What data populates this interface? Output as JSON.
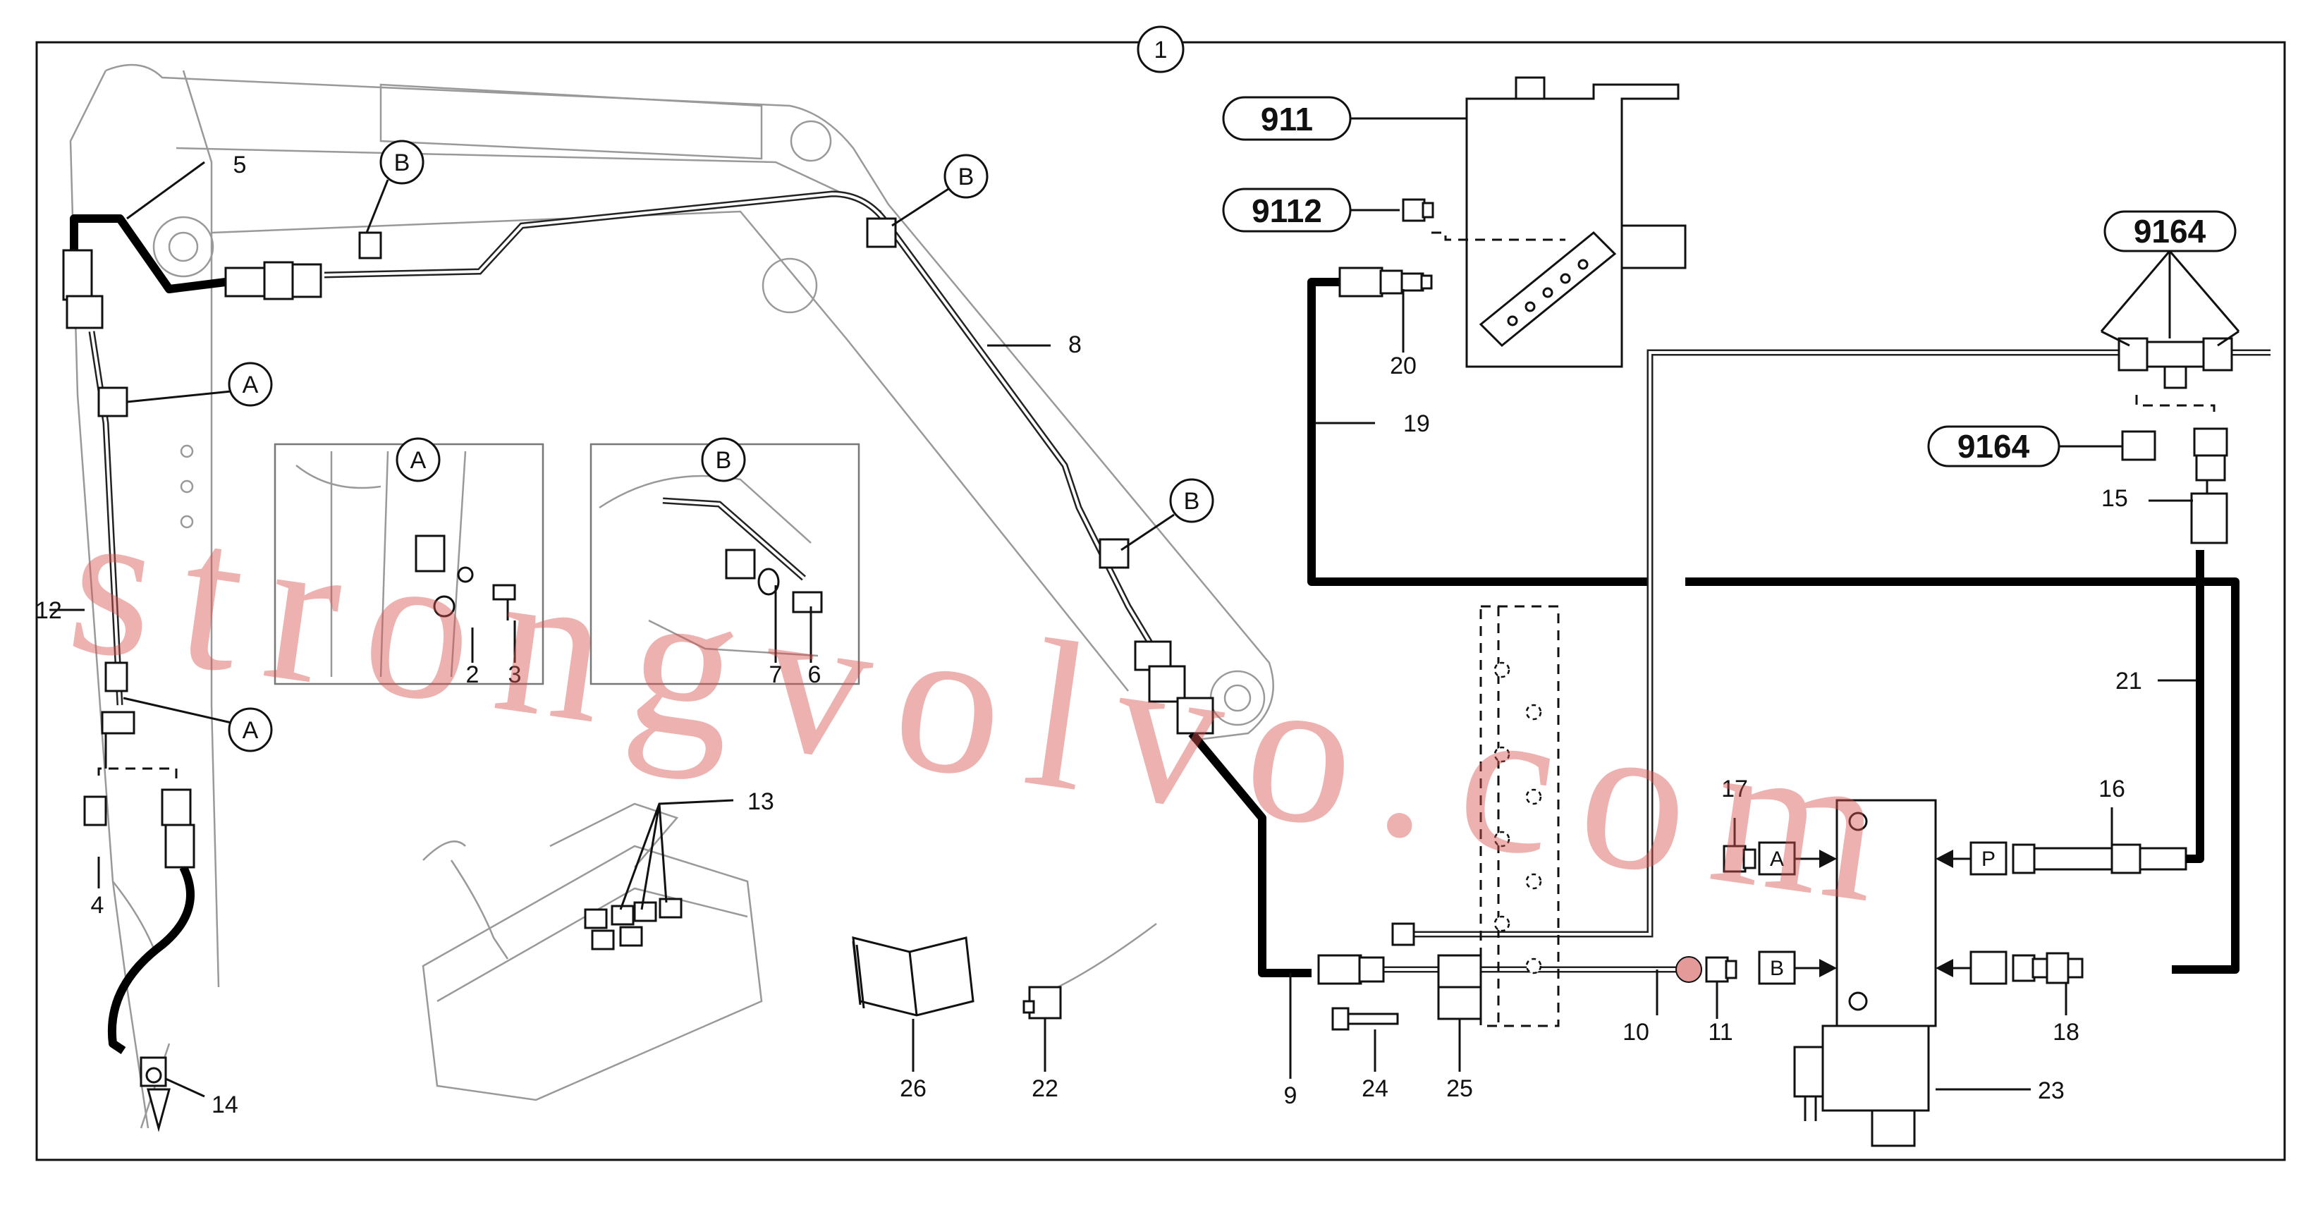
{
  "diagram": {
    "main_callout": "1",
    "labels": {
      "l2": "2",
      "l3": "3",
      "l4": "4",
      "l5": "5",
      "l6": "6",
      "l7": "7",
      "l8": "8",
      "l9": "9",
      "l10": "10",
      "l11": "11",
      "l12": "12",
      "l13": "13",
      "l14": "14",
      "l15": "15",
      "l16": "16",
      "l17": "17",
      "l18": "18",
      "l19": "19",
      "l20": "20",
      "l21": "21",
      "l22": "22",
      "l23": "23",
      "l24": "24",
      "l25": "25",
      "l26": "26"
    },
    "codes": {
      "c911": "911",
      "c9112": "9112",
      "c9164_top": "9164",
      "c9164_mid": "9164"
    },
    "detail_refs": {
      "a": "A",
      "b": "B"
    },
    "port_labels": {
      "a": "A",
      "b": "B",
      "p": "P"
    },
    "watermark": "strongvolvo.com"
  }
}
